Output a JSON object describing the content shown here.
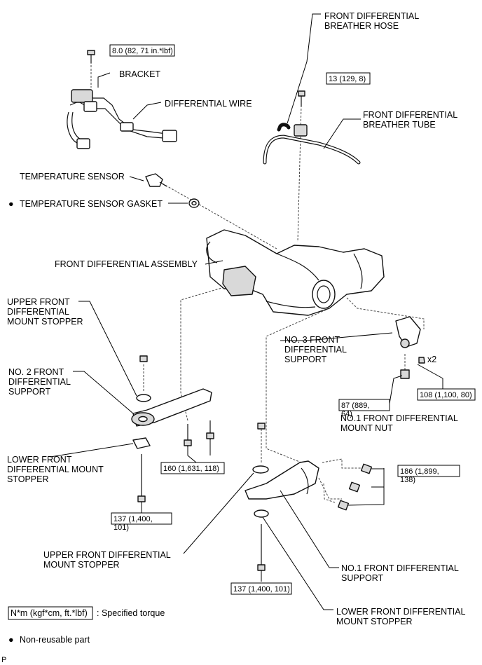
{
  "labels": {
    "breather_hose_1": "FRONT DIFFERENTIAL",
    "breather_hose_2": "BREATHER HOSE",
    "bracket": "BRACKET",
    "differential_wire": "DIFFERENTIAL WIRE",
    "breather_tube_1": "FRONT DIFFERENTIAL",
    "breather_tube_2": "BREATHER TUBE",
    "temp_sensor": "TEMPERATURE SENSOR",
    "temp_sensor_gasket": "TEMPERATURE SENSOR GASKET",
    "front_diff_assembly": "FRONT DIFFERENTIAL ASSEMBLY",
    "upper_stopper_1_l1": "UPPER FRONT",
    "upper_stopper_1_l2": "DIFFERENTIAL",
    "upper_stopper_1_l3": "MOUNT STOPPER",
    "no3_support_l1": "NO. 3 FRONT",
    "no3_support_l2": "DIFFERENTIAL",
    "no3_support_l3": "SUPPORT",
    "no2_support_l1": "NO. 2 FRONT",
    "no2_support_l2": "DIFFERENTIAL",
    "no2_support_l3": "SUPPORT",
    "no1_mount_nut_l1": "NO.1 FRONT DIFFERENTIAL",
    "no1_mount_nut_l2": "MOUNT NUT",
    "lower_stopper_1_l1": "LOWER FRONT",
    "lower_stopper_1_l2": "DIFFERENTIAL MOUNT",
    "lower_stopper_1_l3": "STOPPER",
    "upper_stopper_2_l1": "UPPER FRONT DIFFERENTIAL",
    "upper_stopper_2_l2": "MOUNT STOPPER",
    "no1_support_l1": "NO.1 FRONT DIFFERENTIAL",
    "no1_support_l2": "SUPPORT",
    "lower_stopper_2_l1": "LOWER FRONT DIFFERENTIAL",
    "lower_stopper_2_l2": "MOUNT STOPPER",
    "x2": "x2"
  },
  "torques": {
    "t_bracket": "8.0 (82, 71 in.*lbf)",
    "t_hose": "13 (129, 8)",
    "t_no3_a_l1": "87 (889,",
    "t_no3_a_l2": "64)",
    "t_no3_b": "108 (1,100, 80)",
    "t_no2": "160 (1,631, 118)",
    "t_no1_l1": "186 (1,899,",
    "t_no1_l2": "138)",
    "t_lower1_l1": "137 (1,400,",
    "t_lower1_l2": "101)",
    "t_lower2": "137 (1,400, 101)"
  },
  "legend": {
    "torque_box": "N*m (kgf*cm, ft.*lbf)",
    "torque_text": ": Specified torque",
    "nonreusable_text": "Non-reusable part",
    "gasket_marker": "●",
    "legend_marker": "●"
  },
  "footer": {
    "code": "P"
  }
}
